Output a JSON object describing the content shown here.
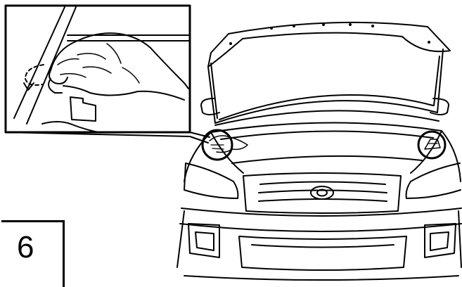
{
  "step": {
    "number": "6"
  },
  "colors": {
    "line": "#000000",
    "background": "#ffffff"
  },
  "illustration": {
    "subject": "hand-releasing-hood-support-clip",
    "vehicle": "suv-front-with-hood-open",
    "highlighted_points": [
      "left-hood-clip",
      "right-hood-clip"
    ]
  }
}
